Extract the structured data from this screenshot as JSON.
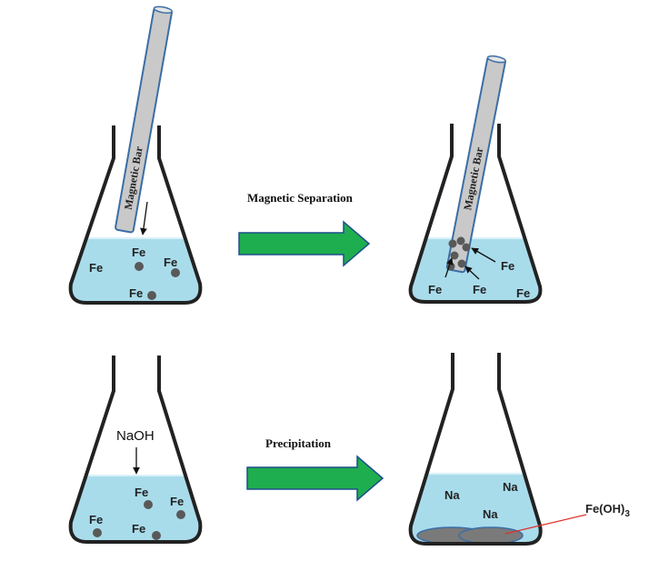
{
  "top_left": {
    "bar_label": "Magnetic Bar",
    "fe_labels": [
      "Fe",
      "Fe",
      "Fe",
      "Fe"
    ]
  },
  "step1": {
    "label": "Magnetic Separation"
  },
  "top_right": {
    "bar_label": "Magnetic Bar",
    "fe_labels": [
      "Fe",
      "Fe",
      "Fe",
      "Fe"
    ]
  },
  "bottom_left": {
    "reagent": "NaOH",
    "fe_labels": [
      "Fe",
      "Fe",
      "Fe",
      "Fe"
    ]
  },
  "step2": {
    "label": "Precipitation"
  },
  "bottom_right": {
    "na_labels": [
      "Na",
      "Na",
      "Na"
    ],
    "precipitate_main": "Fe(OH)",
    "precipitate_sub": "3"
  },
  "colors": {
    "liquid": "#a9dceb",
    "liquid_surface": "#d9f1f8",
    "flask_outline": "#222222",
    "arrow_fill": "#1fae4f",
    "arrow_stroke": "#1c4f8a",
    "bar_fill": "#c9c9c9",
    "bar_stroke": "#3a6ea5",
    "particle": "#595959",
    "precipitate": "#7a7a7a",
    "leader_line": "#e0312b"
  }
}
